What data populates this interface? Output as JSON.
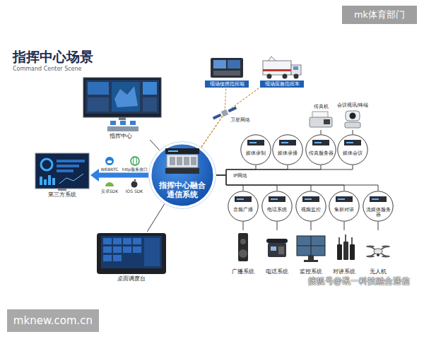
{
  "diagram": {
    "title": "指挥中心场景",
    "nodes": [
      {
        "text": [
          "现场便携指挥箱"
        ]
      },
      {
        "text": [
          "现场应急指挥车"
        ]
      },
      {
        "text": [
          "指挥中心"
        ]
      },
      {
        "text": [
          "传真机"
        ]
      },
      {
        "text": [
          "会议视讯/终端"
        ]
      },
      {
        "text": [
          "媒体录制"
        ]
      },
      {
        "text": [
          "媒体录播"
        ]
      },
      {
        "text": [
          "传真服务器"
        ]
      },
      {
        "text": [
          "媒体会议"
        ]
      },
      {
        "text": [
          "第三方系统"
        ]
      },
      {
        "text": [
          "指挥中心融合通信系统"
        ]
      },
      {
        "text": [
          "音频广播"
        ]
      },
      {
        "text": [
          "电话系统"
        ]
      },
      {
        "text": [
          "视频监控"
        ]
      },
      {
        "text": [
          "集群对讲"
        ]
      },
      {
        "text": [
          "流媒体服务器"
        ]
      },
      {
        "text": [
          "桌面调度台"
        ]
      },
      {
        "text": [
          "广播系统"
        ]
      },
      {
        "text": [
          "电话系统"
        ]
      },
      {
        "text": [
          "监控系统"
        ]
      },
      {
        "text": [
          "对讲系统"
        ]
      },
      {
        "text": [
          "无人机"
        ]
      }
    ],
    "edges": [
      {
        "from": 10,
        "to": 0,
        "arrow": "none"
      },
      {
        "from": 10,
        "to": 1,
        "arrow": "none"
      },
      {
        "from": 10,
        "to": 2,
        "arrow": "none"
      },
      {
        "from": 10,
        "to": 9,
        "arrow": "to"
      },
      {
        "from": 10,
        "to": 16,
        "arrow": "none"
      },
      {
        "from": 10,
        "to": 5,
        "arrow": "none"
      },
      {
        "from": 10,
        "to": 6,
        "arrow": "none"
      },
      {
        "from": 10,
        "to": 7,
        "arrow": "none"
      },
      {
        "from": 10,
        "to": 8,
        "arrow": "none"
      },
      {
        "from": 10,
        "to": 11,
        "arrow": "none"
      },
      {
        "from": 10,
        "to": 12,
        "arrow": "none"
      },
      {
        "from": 10,
        "to": 13,
        "arrow": "none"
      },
      {
        "from": 10,
        "to": 14,
        "arrow": "none"
      },
      {
        "from": 10,
        "to": 15,
        "arrow": "none"
      },
      {
        "from": 3,
        "to": 7,
        "arrow": "none"
      },
      {
        "from": 4,
        "to": 8,
        "arrow": "none"
      },
      {
        "from": 11,
        "to": 17,
        "arrow": "none"
      },
      {
        "from": 12,
        "to": 18,
        "arrow": "none"
      },
      {
        "from": 13,
        "to": 19,
        "arrow": "none"
      },
      {
        "from": 14,
        "to": 20,
        "arrow": "none"
      },
      {
        "from": 15,
        "to": 21,
        "arrow": "none"
      }
    ],
    "labels": [
      "Command Center Scene",
      "卫星网络",
      "IP网络",
      "WEBRTC",
      "http服务接口",
      "安卓SDK",
      "IOS SDK",
      "mk体育部门",
      "搜狐号@讯一科技融合通信",
      "mknew.com.cn"
    ]
  }
}
